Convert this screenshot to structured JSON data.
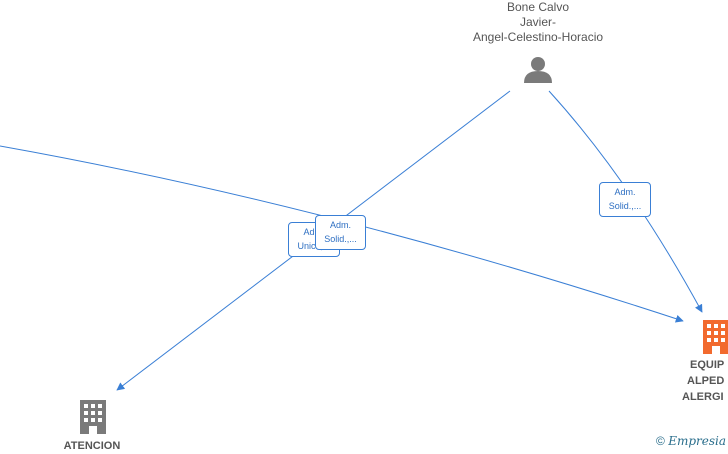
{
  "person": {
    "name_lines": [
      "Bone Calvo",
      "Javier-",
      "Angel-Celestino-Horacio"
    ],
    "icon": "person-icon",
    "color": "#7a7a7a"
  },
  "companies": [
    {
      "id": "atencion",
      "label_lines": [
        "ATENCION"
      ],
      "icon": "building-icon",
      "color": "#7a7a7a"
    },
    {
      "id": "equip",
      "label_lines": [
        "EQUIP",
        "ALPED",
        "ALERGI"
      ],
      "icon": "building-icon",
      "color": "#f26a2e"
    }
  ],
  "edges": [
    {
      "from": "external",
      "to": "equip",
      "label_lines": [
        "Adm.",
        "Unico,..."
      ]
    },
    {
      "from": "person",
      "to": "atencion",
      "label_lines": [
        "Adm.",
        "Solid.,..."
      ]
    },
    {
      "from": "person",
      "to": "equip",
      "label_lines": [
        "Adm.",
        "Solid.,..."
      ]
    }
  ],
  "colors": {
    "edge": "#3a7fd5",
    "text": "#555555"
  },
  "watermark": {
    "symbol": "©",
    "brand": "Empresia"
  }
}
